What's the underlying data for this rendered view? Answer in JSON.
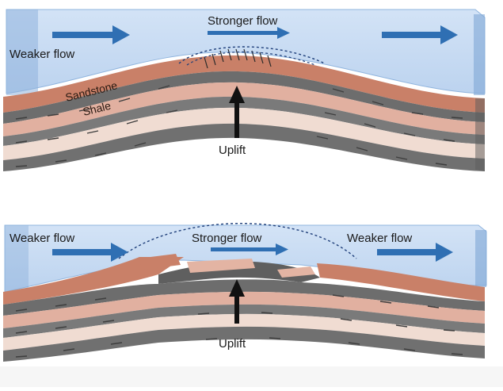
{
  "colors": {
    "water": "#c7dcf3",
    "water_edge": "#6f9ed4",
    "arrow_blue": "#2f6fb3",
    "sandstone": "#c98068",
    "sandstone_light": "#e3b4a3",
    "shale": "#727272",
    "shale_light": "#9a9a9a",
    "pale_sand": "#f1dcd2",
    "uplift_arrow": "#111111"
  },
  "top_panel": {
    "weaker_flow_label": "Weaker flow",
    "stronger_flow_label": "Stronger flow",
    "sandstone_label": "Sandstone",
    "shale_label": "Shale",
    "uplift_label": "Uplift"
  },
  "bottom_panel": {
    "weaker_flow_left_label": "Weaker flow",
    "stronger_flow_label": "Stronger flow",
    "weaker_flow_right_label": "Weaker flow",
    "uplift_label": "Uplift"
  }
}
